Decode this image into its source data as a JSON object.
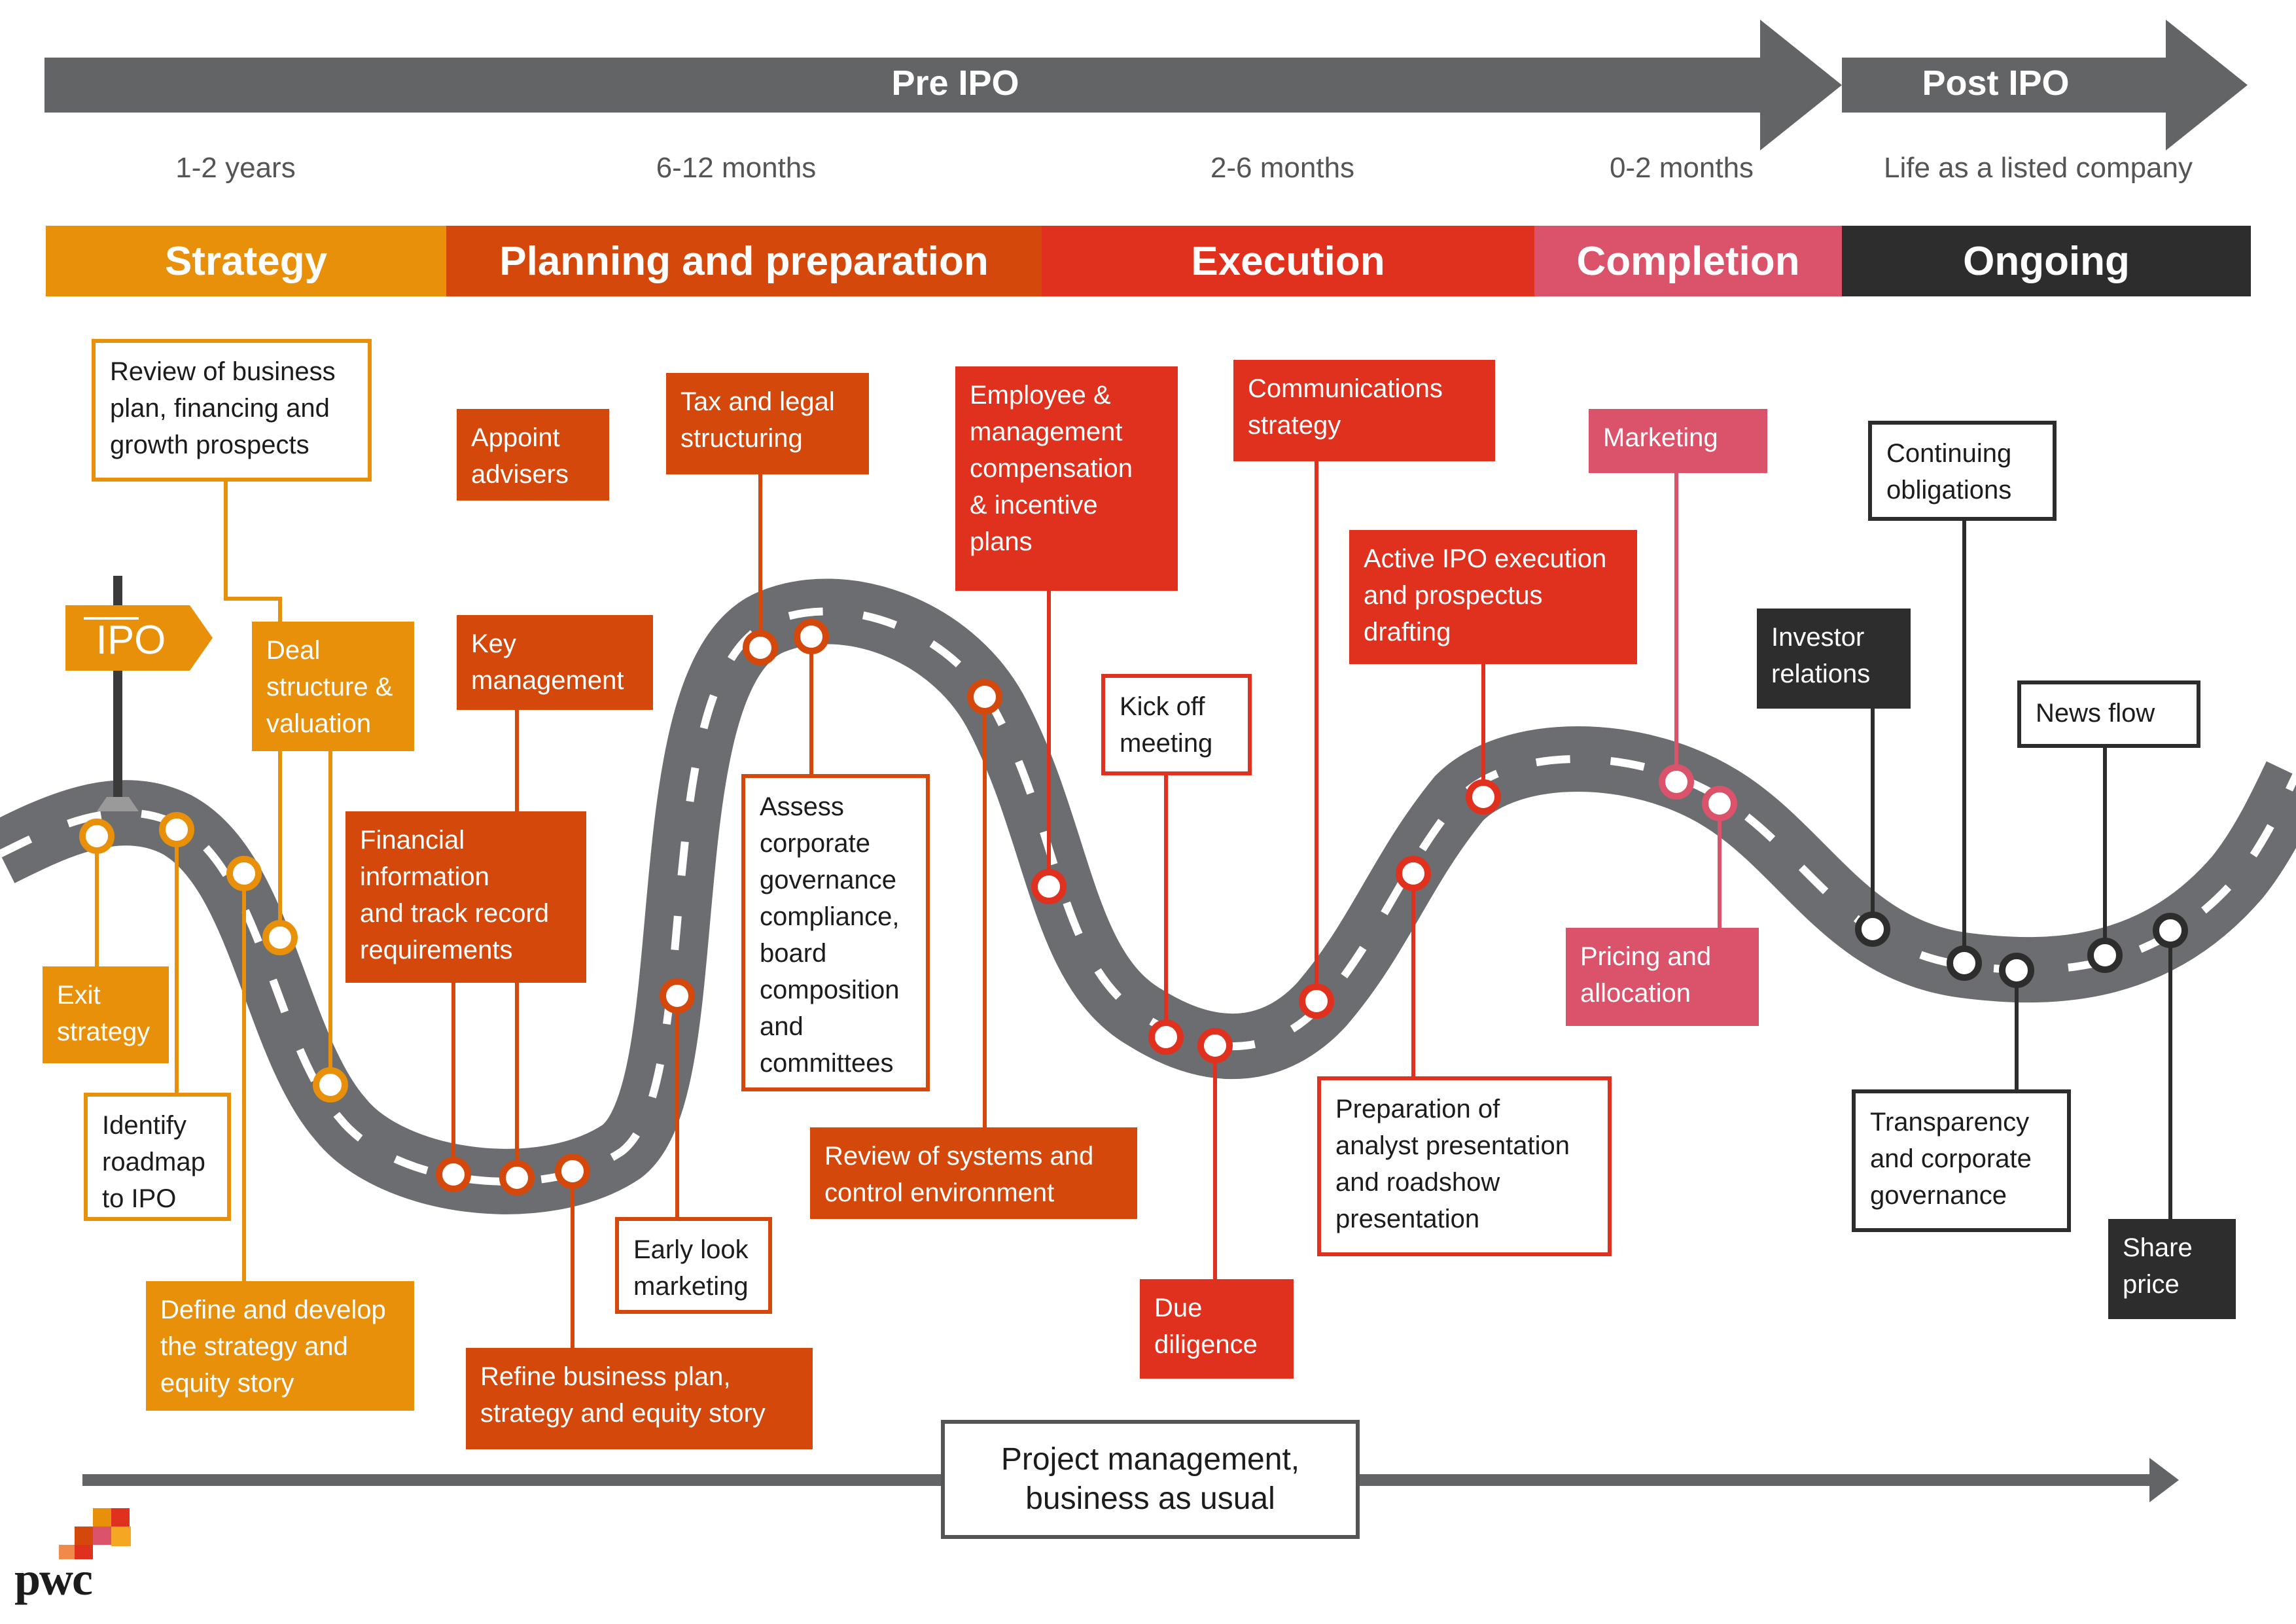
{
  "timeline": {
    "pre_ipo_label": "Pre IPO",
    "post_ipo_label": "Post IPO"
  },
  "durations": [
    "1-2 years",
    "6-12 months",
    "2-6 months",
    "0-2 months",
    "Life as a listed company"
  ],
  "phases": [
    {
      "label": "Strategy",
      "color": "#E8900A"
    },
    {
      "label": "Planning and preparation",
      "color": "#D4480B"
    },
    {
      "label": "Execution",
      "color": "#E0301E"
    },
    {
      "label": "Completion",
      "color": "#DB536A"
    },
    {
      "label": "Ongoing",
      "color": "#2D2D2D"
    }
  ],
  "signpost": {
    "text": "IPO"
  },
  "milestones": [
    {
      "text": "Review of business\nplan, financing and\ngrowth prospects",
      "phase": "Strategy",
      "style": "outline"
    },
    {
      "text": "Deal\nstructure &\nvaluation",
      "phase": "Strategy",
      "style": "filled"
    },
    {
      "text": "Exit\nstrategy",
      "phase": "Strategy",
      "style": "filled"
    },
    {
      "text": "Identify\nroadmap\nto IPO",
      "phase": "Strategy",
      "style": "outline"
    },
    {
      "text": "Define and develop\nthe strategy and\nequity story",
      "phase": "Strategy",
      "style": "filled"
    },
    {
      "text": "Appoint\nadvisers",
      "phase": "Planning and preparation",
      "style": "filled"
    },
    {
      "text": "Key\nmanagement",
      "phase": "Planning and preparation",
      "style": "filled"
    },
    {
      "text": "Financial\ninformation\nand track record\nrequirements",
      "phase": "Planning and preparation",
      "style": "filled"
    },
    {
      "text": "Tax and legal\nstructuring",
      "phase": "Planning and preparation",
      "style": "filled"
    },
    {
      "text": "Assess\ncorporate\ngovernance\ncompliance,\nboard\ncomposition\nand\ncommittees",
      "phase": "Planning and preparation",
      "style": "outline"
    },
    {
      "text": "Early look\nmarketing",
      "phase": "Planning and preparation",
      "style": "outline"
    },
    {
      "text": "Refine business plan,\nstrategy and equity story",
      "phase": "Planning and preparation",
      "style": "filled"
    },
    {
      "text": "Review of systems and\ncontrol environment",
      "phase": "Planning and preparation",
      "style": "filled"
    },
    {
      "text": "Employee &\nmanagement\ncompensation\n& incentive\nplans",
      "phase": "Execution",
      "style": "filled"
    },
    {
      "text": "Communications\nstrategy",
      "phase": "Execution",
      "style": "filled"
    },
    {
      "text": "Kick off\nmeeting",
      "phase": "Execution",
      "style": "outline"
    },
    {
      "text": "Active IPO execution\nand prospectus\ndrafting",
      "phase": "Execution",
      "style": "filled"
    },
    {
      "text": "Due\ndiligence",
      "phase": "Execution",
      "style": "filled"
    },
    {
      "text": "Preparation of\nanalyst presentation\nand roadshow\npresentation",
      "phase": "Execution",
      "style": "outline"
    },
    {
      "text": "Marketing",
      "phase": "Completion",
      "style": "filled"
    },
    {
      "text": "Pricing and\nallocation",
      "phase": "Completion",
      "style": "filled"
    },
    {
      "text": "Continuing\nobligations",
      "phase": "Ongoing",
      "style": "outline"
    },
    {
      "text": "Investor\nrelations",
      "phase": "Ongoing",
      "style": "filled"
    },
    {
      "text": "News flow",
      "phase": "Ongoing",
      "style": "outline"
    },
    {
      "text": "Transparency\nand corporate\ngovernance",
      "phase": "Ongoing",
      "style": "outline"
    },
    {
      "text": "Share\nprice",
      "phase": "Ongoing",
      "style": "filled"
    }
  ],
  "footer": {
    "project_management": "Project management,\nbusiness as usual",
    "logo_text": "pwc"
  }
}
